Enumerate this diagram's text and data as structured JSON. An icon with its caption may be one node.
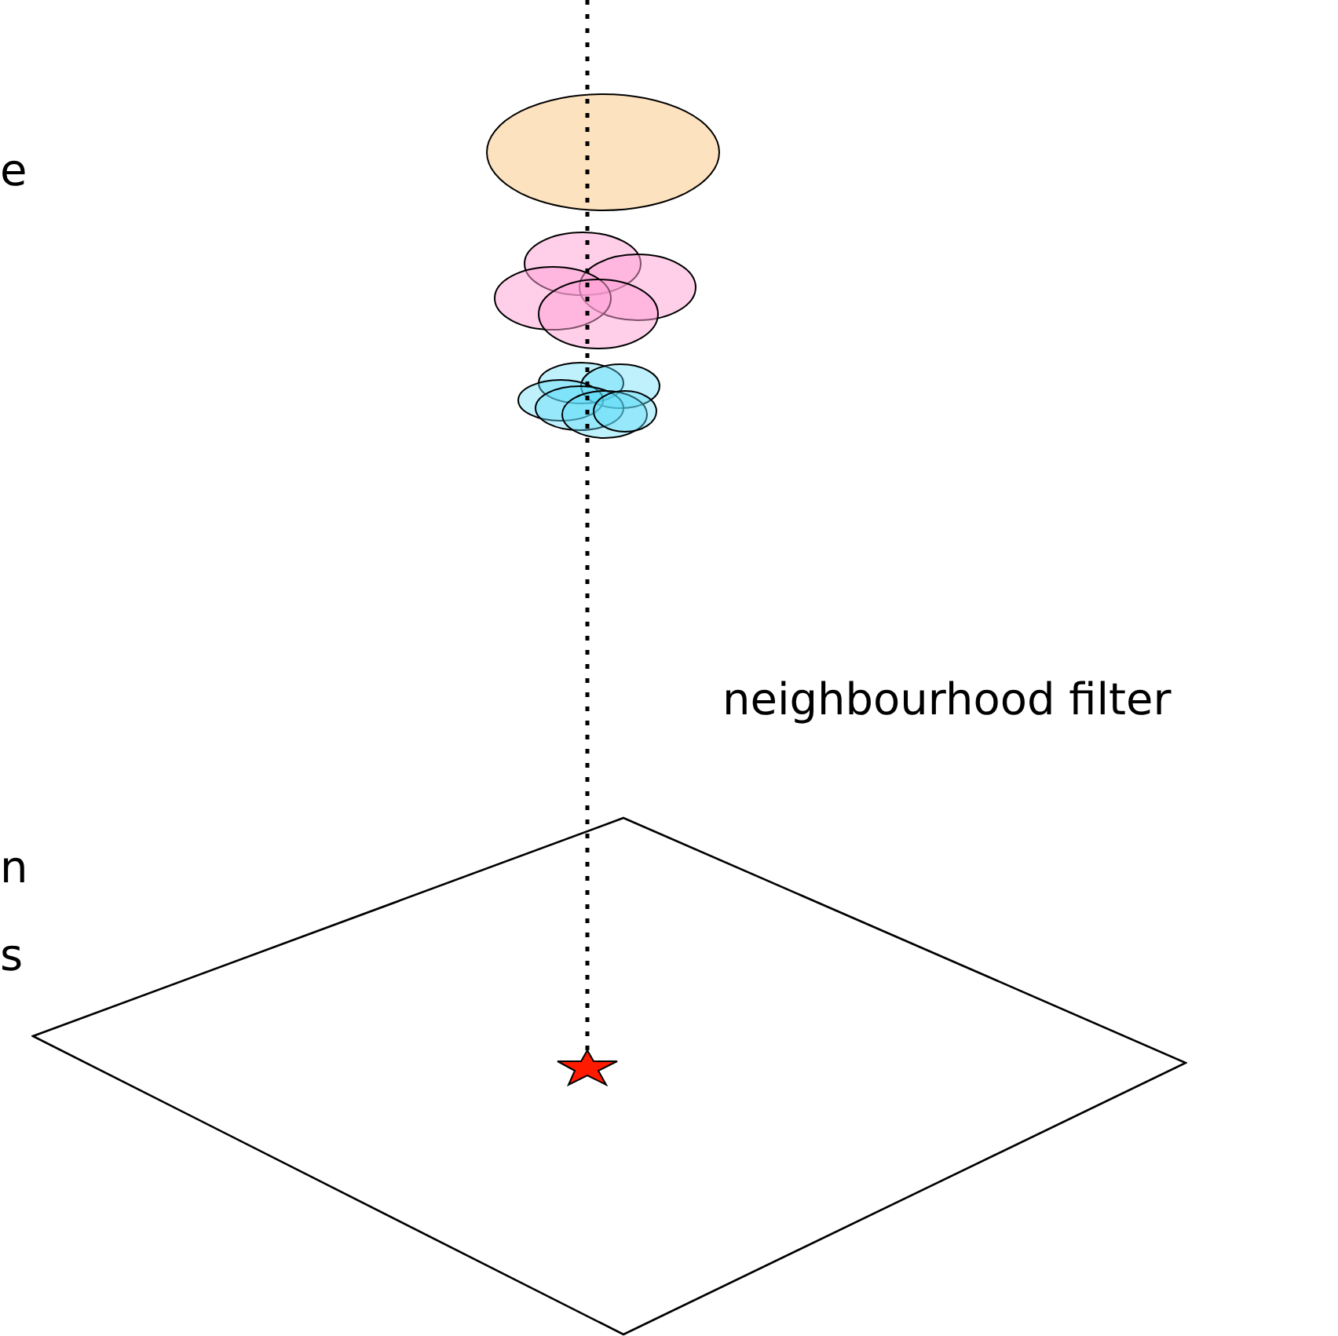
{
  "diagram": {
    "nodes": [
      {
        "text": [],
        "shape": "diamond"
      },
      {
        "text": [],
        "shape": "star",
        "in": 0
      }
    ],
    "edges": [
      {
        "from": null,
        "to": 1,
        "arrow": "none",
        "style": "dashed"
      }
    ],
    "labels": [
      "e",
      "neighbourhood filter",
      "n",
      "s"
    ]
  }
}
